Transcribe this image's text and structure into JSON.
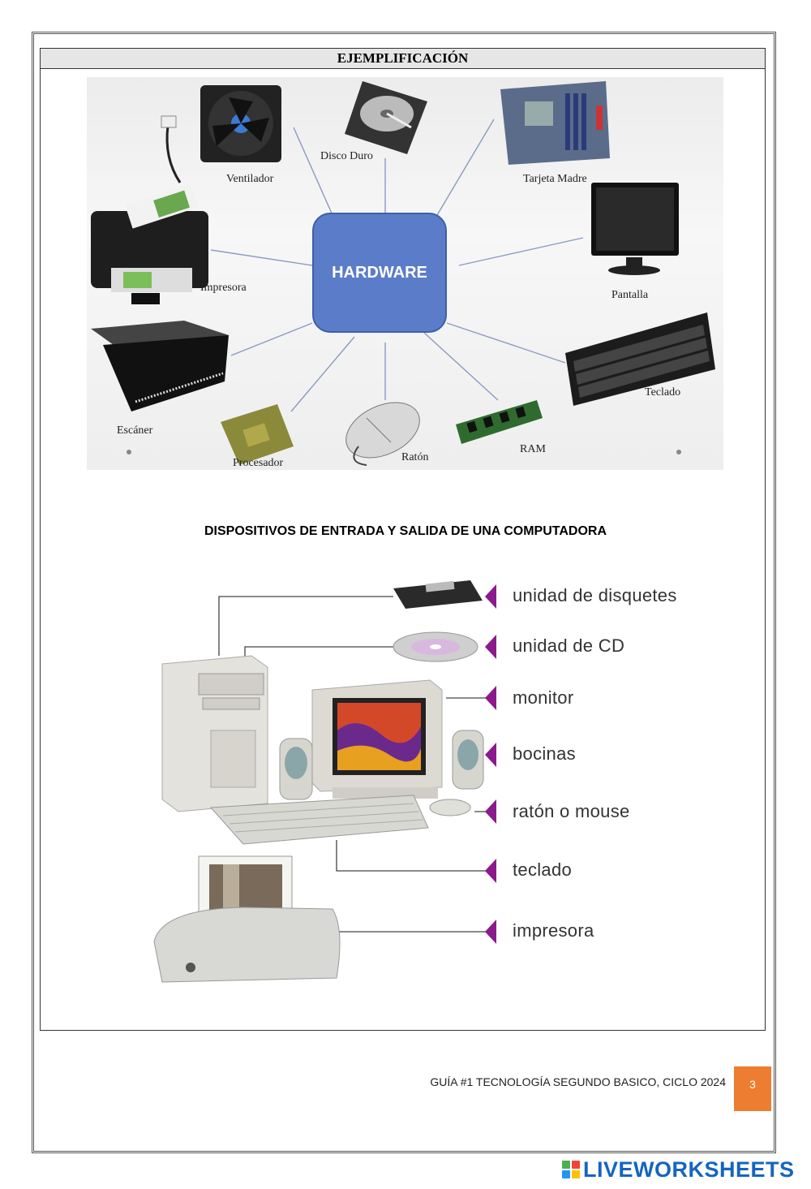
{
  "header": {
    "title": "EJEMPLIFICACIÓN"
  },
  "mindmap": {
    "hub": "HARDWARE",
    "items": [
      "Ventilador",
      "Disco Duro",
      "Tarjeta Madre",
      "Impresora",
      "Pantalla",
      "Teclado",
      "Escáner",
      "Procesador",
      "Ratón",
      "RAM"
    ]
  },
  "section": {
    "title": "DISPOSITIVOS DE ENTRADA Y SALIDA DE UNA COMPUTADORA"
  },
  "io_labels": [
    "unidad de disquetes",
    "unidad de CD",
    "monitor",
    "bocinas",
    "ratón o mouse",
    "teclado",
    "impresora"
  ],
  "footer": {
    "text": "GUÍA #1 TECNOLOGÍA SEGUNDO BASICO, CICLO 2024",
    "page_number": "3"
  },
  "brand": {
    "name": "LIVEWORKSHEETS",
    "accent": "#1565c0",
    "logo_colors": [
      "#4caf50",
      "#f44336",
      "#2196f3",
      "#ffc107"
    ]
  },
  "colors": {
    "hub": "#5b7cc8",
    "page_badge": "#ed7d31",
    "arrow": "#8b1a8b"
  }
}
